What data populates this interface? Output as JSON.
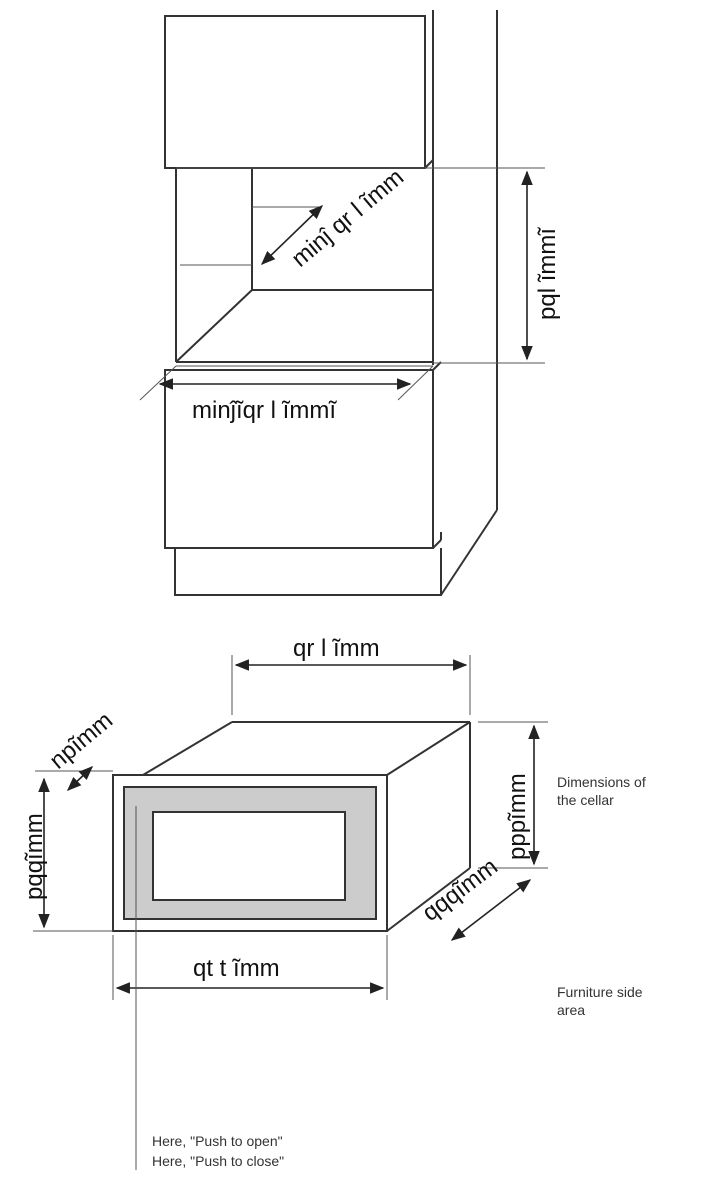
{
  "installation_diagram": {
    "niche_depth_label": "minĵ qr l ĩmm",
    "niche_height_label": "pql ĩmmĩ",
    "niche_width_label": "minĵĩqr l ĩmmĩ"
  },
  "appliance_diagram": {
    "top_width_label": "qr l ĩmm",
    "front_offset_label": "npĩmm",
    "front_height_label": "pqqĩmm",
    "body_height_label": "pppĩmm",
    "body_depth_label": "qqqĩmm",
    "bottom_width_label": "qt t ĩmm"
  },
  "legend": {
    "dimensions_line1": "Dimensions of",
    "dimensions_line2": "the cellar",
    "furniture_line1": "Furniture side",
    "furniture_line2": "area",
    "push_line1": "Here, \"Push to open\"",
    "push_line2": "Here, \"Push to close\""
  }
}
